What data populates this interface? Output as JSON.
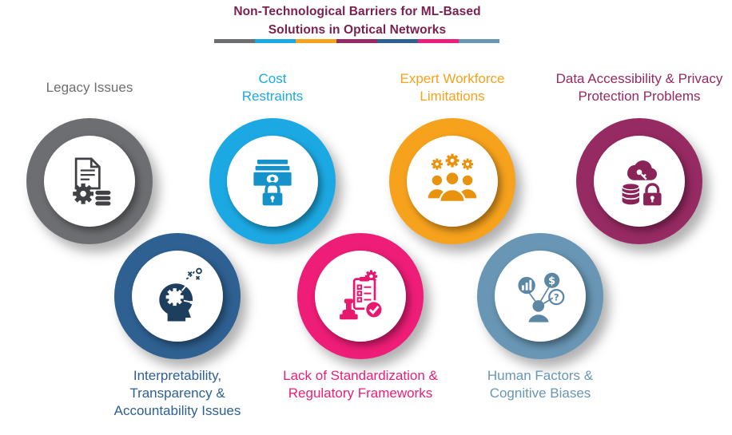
{
  "title": {
    "text": "Non-Technological Barriers for ML-Based\nSolutions in Optical Networks",
    "color": "#7b2150"
  },
  "items": [
    {
      "id": "legacy-issues",
      "label": "Legacy Issues",
      "color": "#6d6e71",
      "icon_color": "#404144",
      "icon": "document-gear-coins-icon"
    },
    {
      "id": "cost-restraints",
      "label": "Cost\nRestraints",
      "color": "#1ca9e3",
      "icon_color": "#1592c9",
      "icon": "money-lock-icon"
    },
    {
      "id": "expert-workforce-limitations",
      "label": "Expert Workforce\nLimitations",
      "color": "#f6a21d",
      "icon_color": "#e8920e",
      "icon": "workforce-gears-icon"
    },
    {
      "id": "data-accessibility-privacy",
      "label": "Data Accessibility & Privacy\nProtection Problems",
      "color": "#962a62",
      "icon_color": "#8a2458",
      "icon": "cloud-key-database-lock-icon"
    },
    {
      "id": "interpretability-transparency-accountability",
      "label": "Interpretability,\nTransparency &\nAccountability Issues",
      "color": "#2e6091",
      "icon_color": "#1e3e5e",
      "icon": "head-brain-strategy-icon"
    },
    {
      "id": "standardization-regulatory",
      "label": "Lack of Standardization &\nRegulatory Frameworks",
      "color": "#ee1d77",
      "icon_color": "#e9186f",
      "icon": "clipboard-check-gear-stamp-icon"
    },
    {
      "id": "human-factors-cognitive-biases",
      "label": "Human Factors &\nCognitive Biases",
      "color": "#6896b4",
      "icon_color": "#5b87a4",
      "icon": "person-thought-bubbles-icon"
    }
  ]
}
